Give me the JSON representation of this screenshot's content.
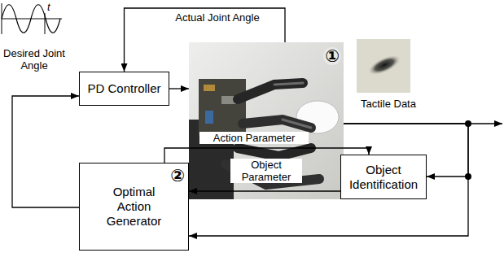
{
  "diagram": {
    "nodes": [
      {
        "text": [
          "PD Controller"
        ]
      },
      {
        "text": [
          "①"
        ]
      },
      {
        "text": [
          "Object Identification"
        ]
      },
      {
        "text": [
          "Optimal Action Generator",
          "②"
        ]
      }
    ],
    "edges": [
      {
        "from": 0,
        "to": 1,
        "arrow": "to"
      },
      {
        "from": 1,
        "to": 0,
        "label": "Actual Joint Angle",
        "arrow": "to"
      },
      {
        "from": 1,
        "to": 2,
        "arrow": "to"
      },
      {
        "from": 1,
        "to": 3,
        "arrow": "to"
      },
      {
        "from": 3,
        "to": 2,
        "label": "Action Parameter",
        "arrow": "to"
      },
      {
        "from": 2,
        "to": 3,
        "label": "Object Parameter",
        "arrow": "to"
      },
      {
        "from": 3,
        "to": 0,
        "arrow": "to"
      }
    ],
    "labels": [
      "Desired Joint Angle",
      "t",
      "Tactile Data"
    ]
  }
}
